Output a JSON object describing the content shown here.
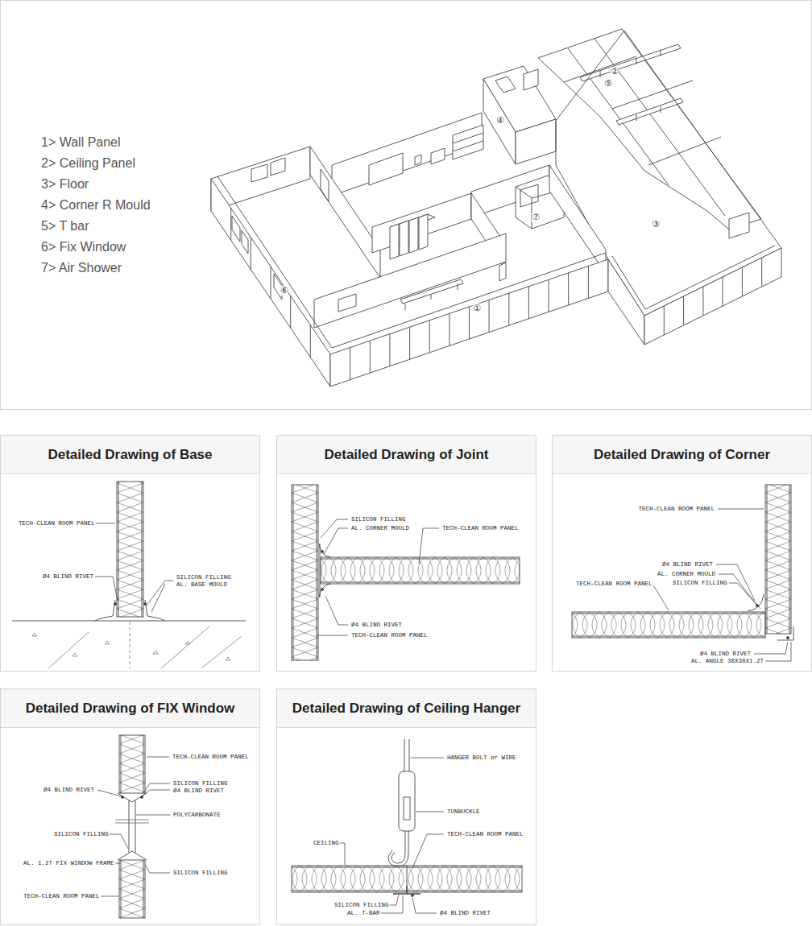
{
  "diagram": {
    "nodes": [
      {
        "text": [
          "Detailed Drawing of Base"
        ]
      },
      {
        "text": [
          "Detailed Drawing of Joint"
        ]
      },
      {
        "text": [
          "Detailed Drawing of Corner"
        ]
      },
      {
        "text": [
          "Detailed Drawing of FIX Window"
        ]
      },
      {
        "text": [
          "Detailed Drawing of Ceiling Hanger"
        ]
      }
    ],
    "labels": [
      "1> Wall Panel",
      "2> Ceiling Panel",
      "3> Floor",
      "4> Corner R Mould",
      "5> T bar",
      "6> Fix Window",
      "7> Air Shower",
      "①",
      "②",
      "③",
      "④",
      "⑤",
      "⑥",
      "⑦",
      "TECH-CLEAN ROOM PANEL",
      "Ø4 BLIND RIVET",
      "SILICON FILLING",
      "AL. BASE MOULD",
      "SILICON FILLING",
      "AL. CORNER MOULD",
      "TECH-CLEAN ROOM PANEL",
      "Ø4 BLIND RIVET",
      "TECH-CLEAN ROOM PANEL",
      "TECH-CLEAN ROOM PANEL",
      "Ø4 BLIND RIVET",
      "AL. CORNER MOULD",
      "TECH-CLEAN ROOM PANEL",
      "SILICON FILLING",
      "Ø4 BLIND RIVET",
      "AL. ANGLE 38X38X1.2T",
      "TECH-CLEAN ROOM PANEL",
      "SILICON FILLING",
      "Ø4 BLIND RIVET",
      "Ø4 BLIND RIVET",
      "POLYCARBONATE",
      "SILICON FILLING",
      "AL. 1.2T FIX WINDOW FRAME",
      "SILICON FILLING",
      "TECH-CLEAN ROOM PANEL",
      "HANGER BOLT or WIRE",
      "TUNBUCKLE",
      "CEILING",
      "TECH-CLEAN ROOM PANEL",
      "SILICON FILLING",
      "AL. T-BAR",
      "Ø4 BLIND RIVET"
    ]
  }
}
